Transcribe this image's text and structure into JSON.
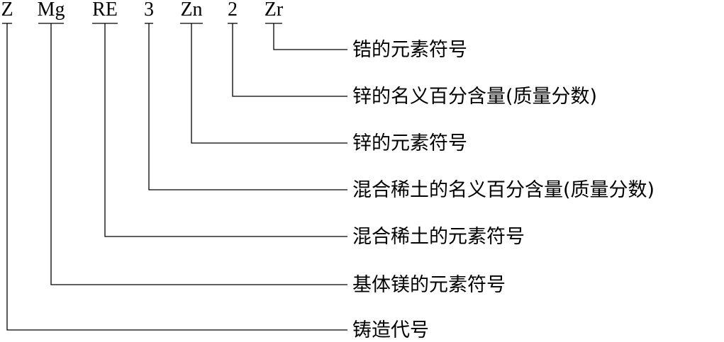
{
  "designation": {
    "parts": [
      {
        "code": "Z",
        "meaning": "铸造代号"
      },
      {
        "code": "Mg",
        "meaning": "基体镁的元素符号"
      },
      {
        "code": "RE",
        "meaning": "混合稀土的元素符号"
      },
      {
        "code": "3",
        "meaning": "混合稀土的名义百分含量(质量分数)"
      },
      {
        "code": "Zn",
        "meaning": "锌的元素符号"
      },
      {
        "code": "2",
        "meaning": "锌的名义百分含量(质量分数)"
      },
      {
        "code": "Zr",
        "meaning": "锆的元素符号"
      }
    ]
  }
}
